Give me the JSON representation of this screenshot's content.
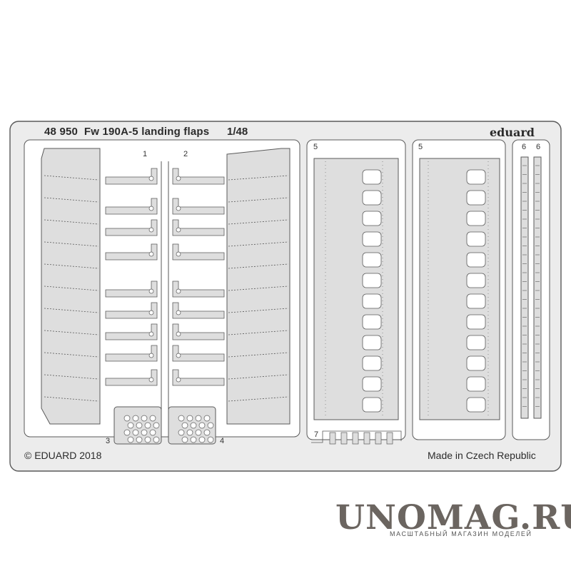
{
  "fret": {
    "code": "48 950",
    "title": "Fw 190A-5 landing flaps",
    "scale": "1/48",
    "brand": "eduard",
    "copyright": "© EDUARD 2018",
    "made_in": "Made in Czech Republic",
    "part_numbers": [
      "1",
      "2",
      "3",
      "4",
      "5",
      "5",
      "6",
      "6",
      "7"
    ]
  },
  "watermark": {
    "name": "UNOMAG.RU",
    "tagline": "МАСШТАБНЫЙ МАГАЗИН МОДЕЛЕЙ"
  },
  "colors": {
    "background": "#ffffff",
    "fret_fill": "#ebebeb",
    "part_fill": "#dedede",
    "outline": "#5a5a5a",
    "text": "#2b2b2b",
    "watermark": "#6b6560"
  }
}
